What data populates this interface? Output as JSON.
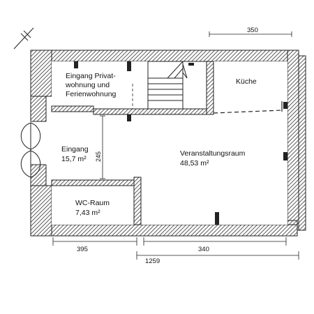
{
  "rooms": {
    "eingang_privat": {
      "line1": "Eingang Privat-",
      "line2": "wohnung und",
      "line3": "Ferienwohnung"
    },
    "kueche": {
      "name": "Küche"
    },
    "eingang": {
      "name": "Eingang",
      "area": "15,7 m²"
    },
    "veranstaltung": {
      "name": "Veranstaltungsraum",
      "area": "48,53 m²"
    },
    "wc": {
      "name": "WC-Raum",
      "area": "7,43 m²"
    }
  },
  "dimensions": {
    "top_right": "350",
    "vertical": "245",
    "bottom_left": "395",
    "bottom_right": "340",
    "total": "1259"
  }
}
